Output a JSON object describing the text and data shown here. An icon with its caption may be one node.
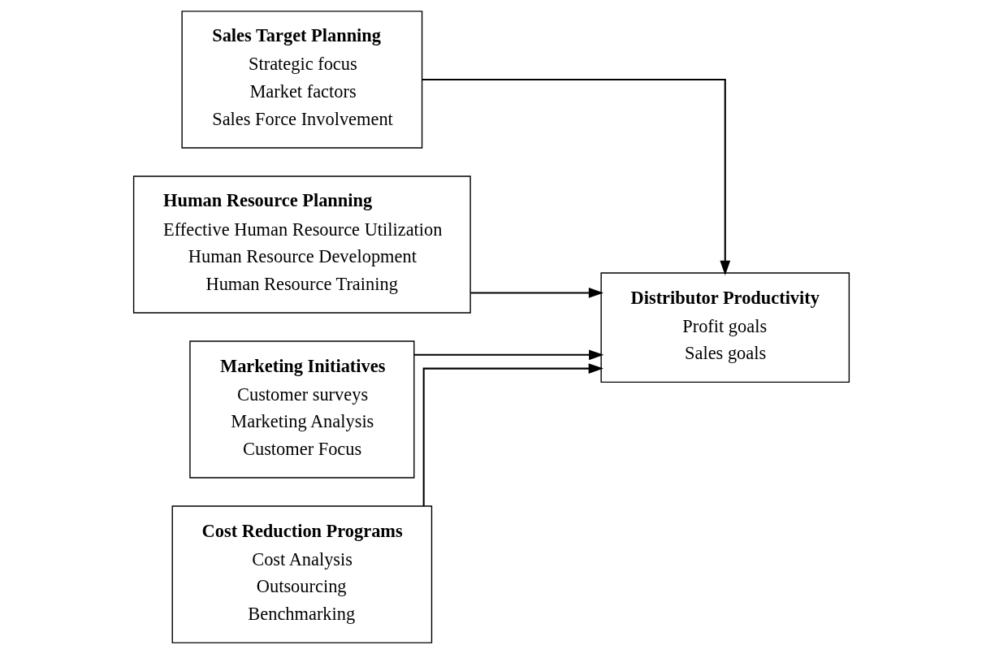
{
  "diagram": {
    "nodes": [
      {
        "text": [
          "Sales Target Planning",
          "Strategic focus",
          "Market factors",
          "Sales Force Involvement"
        ]
      },
      {
        "text": [
          "Human Resource Planning",
          "Effective Human Resource Utilization",
          "Human Resource Development",
          "Human Resource Training"
        ]
      },
      {
        "text": [
          "Marketing Initiatives",
          "Customer surveys",
          "Marketing Analysis",
          "Customer Focus"
        ]
      },
      {
        "text": [
          "Cost Reduction Programs",
          "Cost Analysis",
          "Outsourcing",
          "Benchmarking"
        ]
      },
      {
        "text": [
          "Distributor Productivity",
          "Profit goals",
          "Sales goals"
        ]
      }
    ],
    "edges": [
      {
        "from": 0,
        "to": 4,
        "arrow": "to"
      },
      {
        "from": 1,
        "to": 4,
        "arrow": "to"
      },
      {
        "from": 2,
        "to": 4,
        "arrow": "to"
      },
      {
        "from": 3,
        "to": 4,
        "arrow": "to"
      }
    ]
  }
}
